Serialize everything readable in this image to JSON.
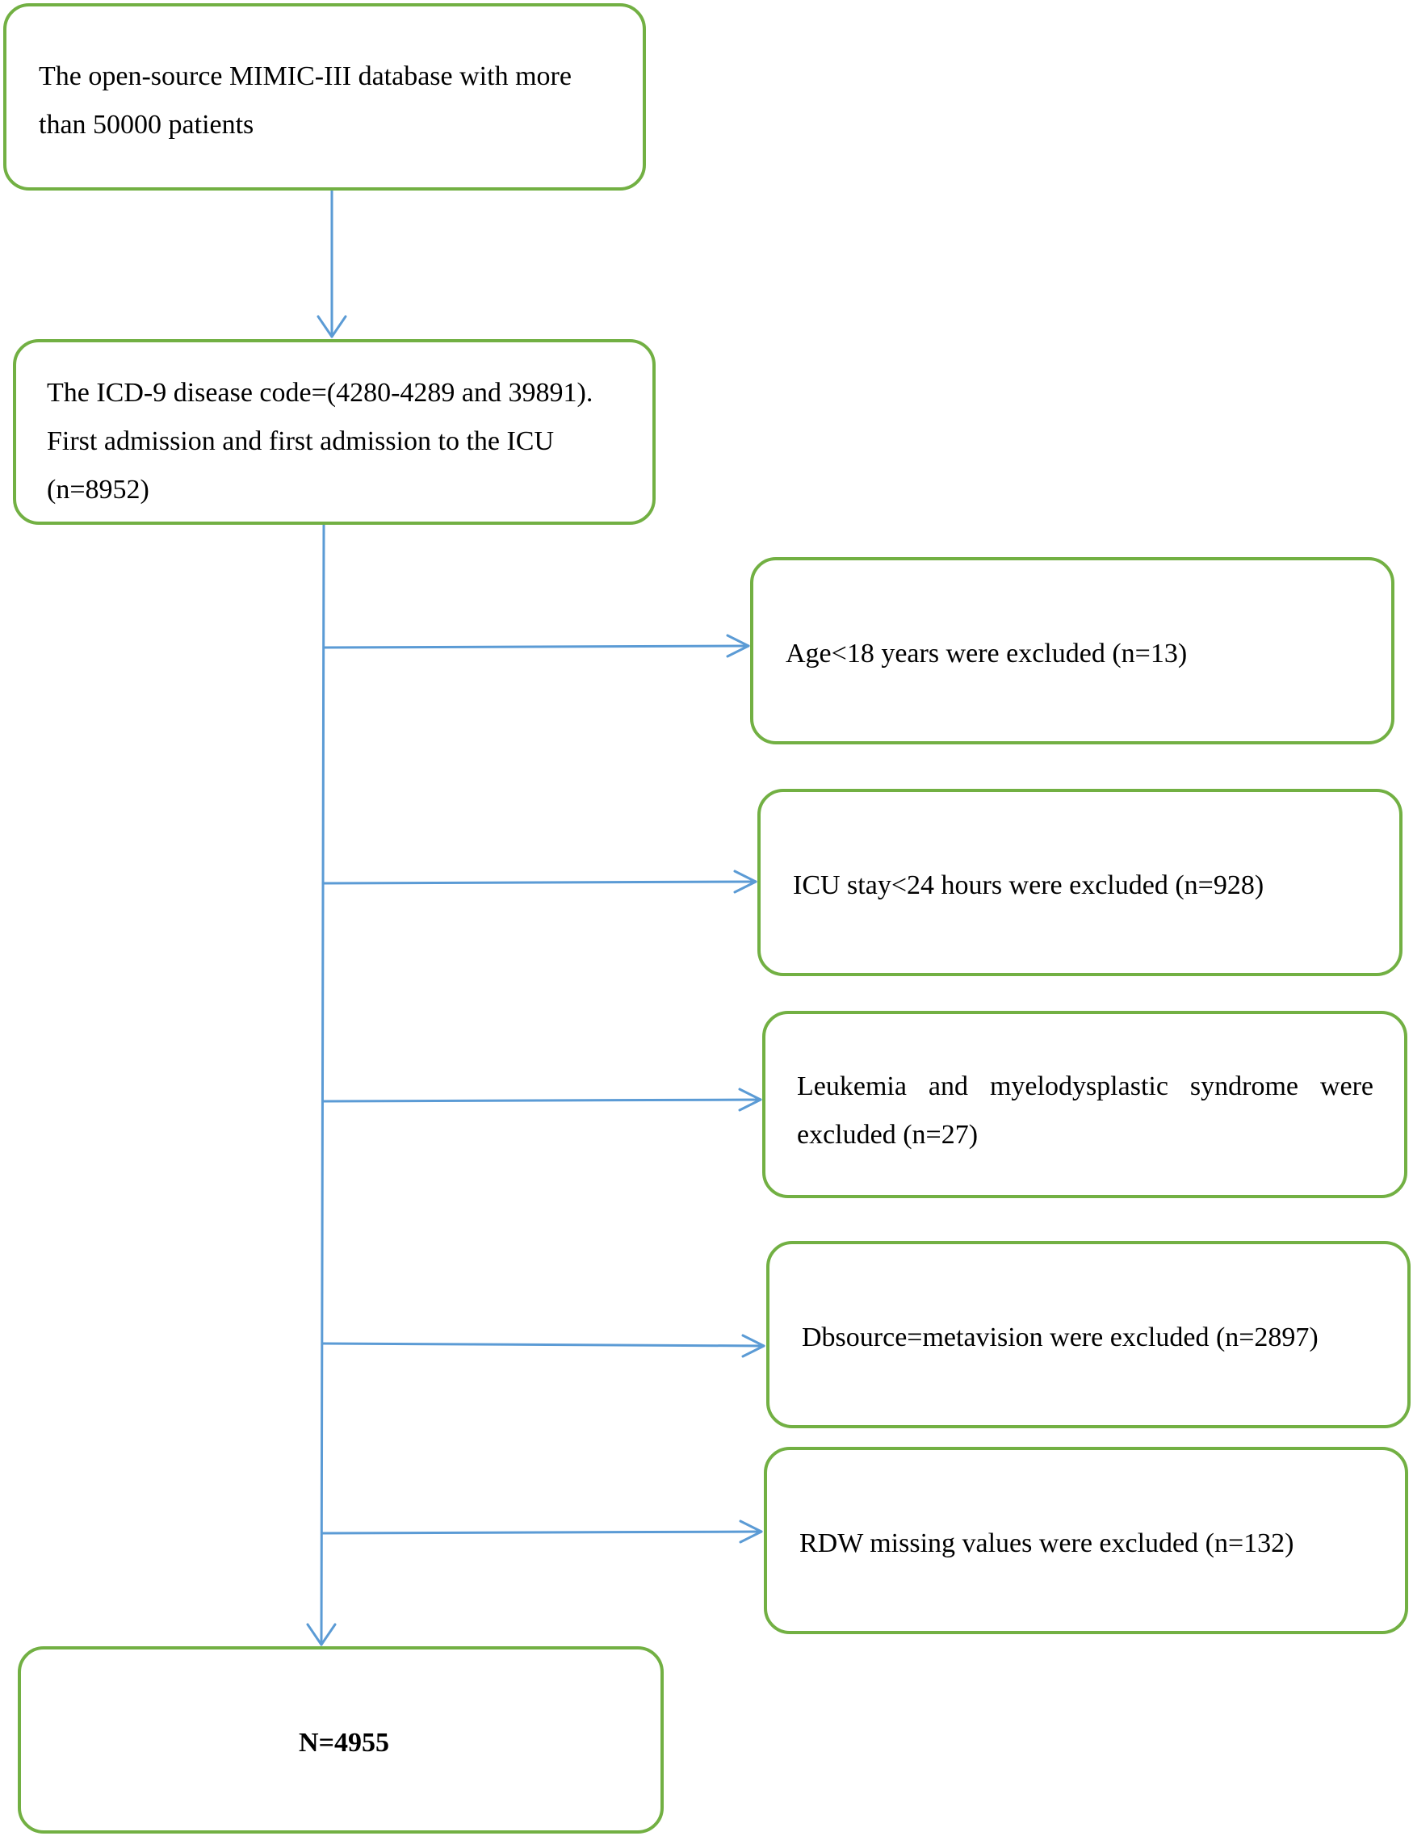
{
  "colors": {
    "box_border": "#72b043",
    "connector": "#5b9bd5",
    "text": "#000000"
  },
  "flowchart": {
    "source_box": {
      "lines": [
        "The open-source MIMIC-III database with more",
        "than 50000 patients"
      ]
    },
    "inclusion_box": {
      "lines": [
        "The ICD-9 disease code=(4280-4289 and 39891).",
        "First admission and first admission to the ICU",
        "(n=8952)"
      ]
    },
    "exclusions": [
      {
        "lines": [
          "Age<18 years were excluded (n=13)"
        ]
      },
      {
        "lines": [
          "ICU stay<24 hours were excluded (n=928)"
        ]
      },
      {
        "lines": [
          "Leukemia and myelodysplastic syndrome were",
          "excluded (n=27)"
        ]
      },
      {
        "lines": [
          "Dbsource=metavision were excluded (n=2897)"
        ]
      },
      {
        "lines": [
          "RDW missing values were excluded (n=132)"
        ]
      }
    ],
    "final_box": {
      "label": "N=4955"
    }
  }
}
